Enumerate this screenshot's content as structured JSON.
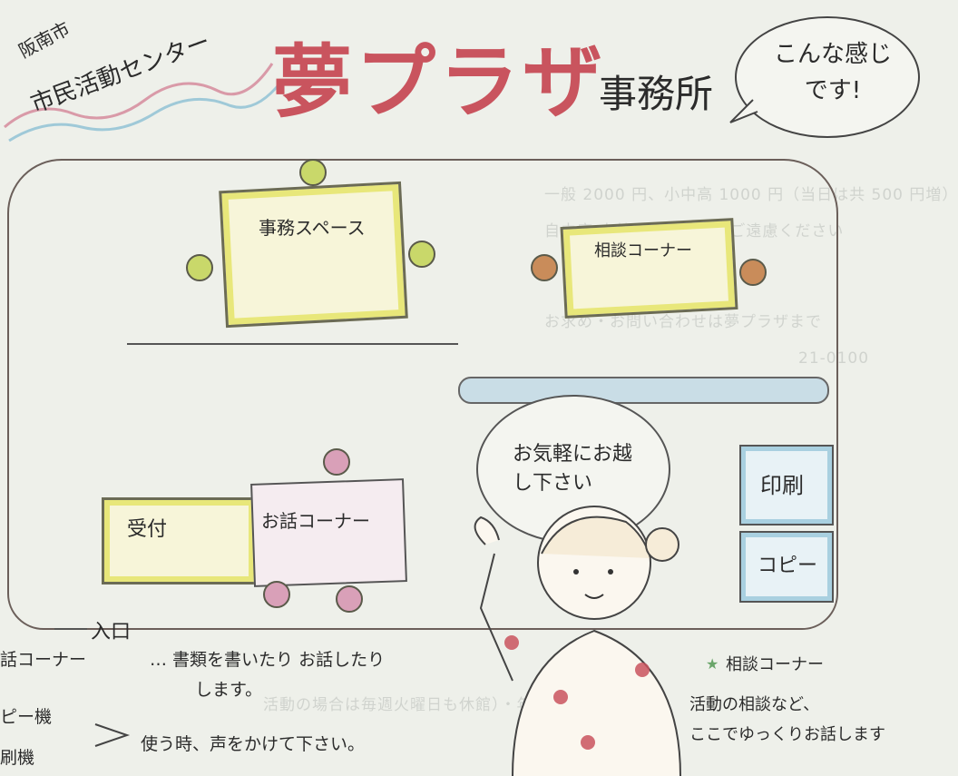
{
  "header": {
    "city": "阪南市",
    "center_name": "市民活動センター",
    "title_main": "夢プラザ",
    "title_sub": "事務所",
    "speech": "こんな感じです!"
  },
  "areas": {
    "office_space": "事務スペース",
    "consult_corner": "相談コーナー",
    "reception": "受付",
    "talk_corner": "お話コーナー",
    "print": "印刷",
    "copy": "コピー",
    "entrance": "入口"
  },
  "welcome_bubble": "お気軽にお越し下さい",
  "legend": {
    "talk_label": "話コーナー",
    "talk_desc_1": "… 書類を書いたり お話したり",
    "talk_desc_2": "します。",
    "copy_label": "ピー機",
    "print_label": "刷機",
    "machines_desc": "使う時、声をかけて下さい。",
    "consult_label": "相談コーナー",
    "consult_desc_1": "活動の相談など、",
    "consult_desc_2": "ここでゆっくりお話します"
  },
  "background_text": [
    "一般 2000 円、小中高 1000 円（当日は共 500 円増）",
    "自由席 未就学児の入場はご遠慮ください",
    "お求め・お問い合わせは夢プラザまで",
    "21-0100",
    "活動の場合は毎週火曜日も休館）・年末年始"
  ],
  "colors": {
    "accent_red": "#c9545e",
    "table_yellow": "#e8e77a",
    "chair_green": "#c9d86a",
    "chair_brown": "#c98c5a",
    "chair_pink": "#d9a0b8",
    "box_blue": "#a9d0e0"
  }
}
